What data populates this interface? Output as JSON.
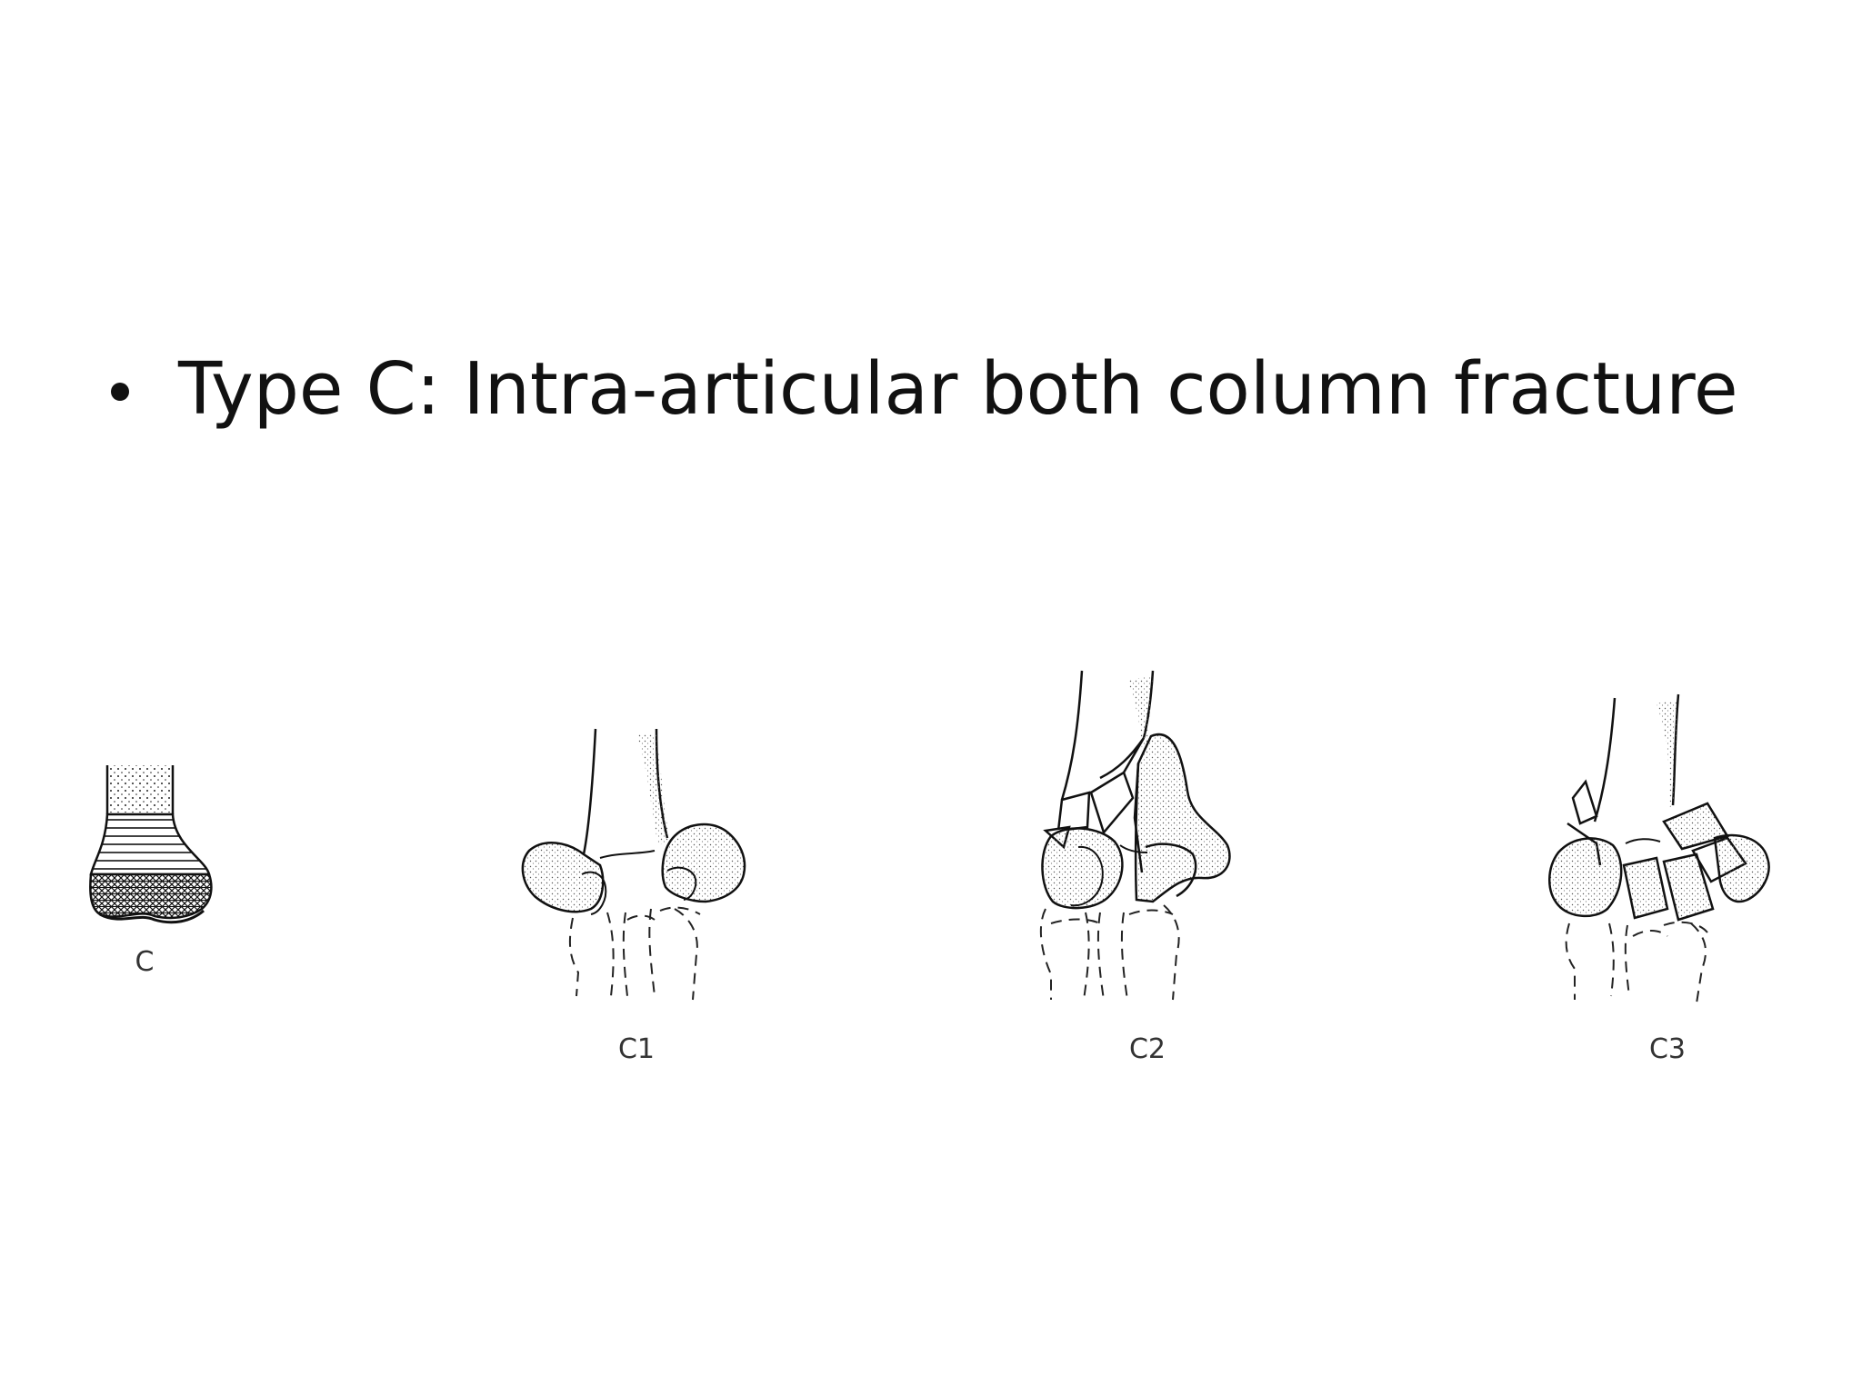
{
  "slide": {
    "bullet": "Type C: Intra-articular both column fracture"
  },
  "figure": {
    "labels": {
      "c": "C",
      "c1": "C1",
      "c2": "C2",
      "c3": "C3"
    }
  },
  "colors": {
    "background": "#ffffff",
    "ink": "#111111"
  }
}
